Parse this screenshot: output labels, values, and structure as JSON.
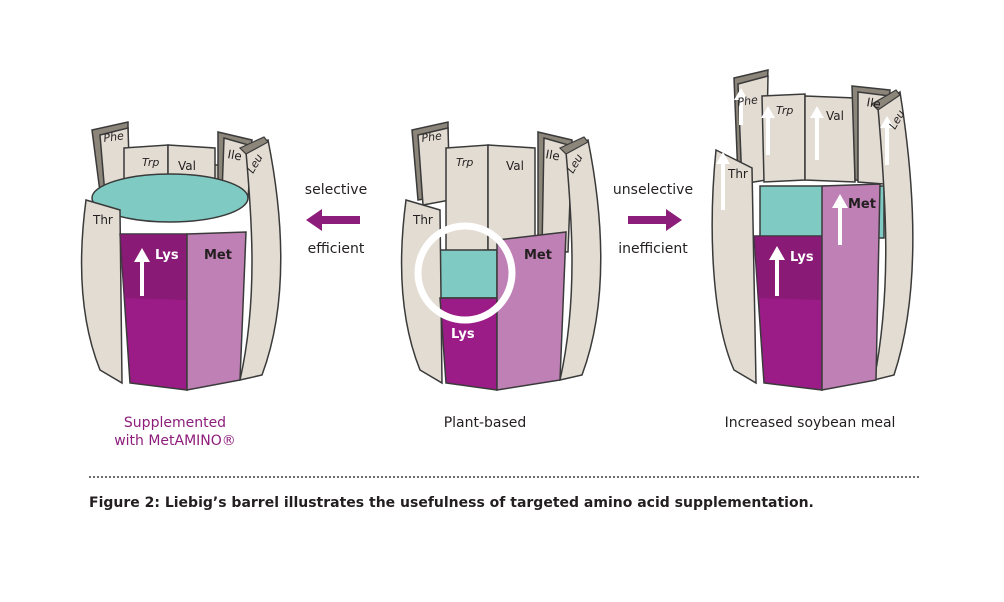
{
  "barrels": [
    {
      "id": "supplemented",
      "label_line1": "Supplemented",
      "label_line2": "with MetAMINO®",
      "staves": [
        "Phe",
        "Trp",
        "Val",
        "Ile",
        "Leu",
        "Thr",
        "Lys",
        "Met"
      ]
    },
    {
      "id": "plant",
      "label_line1": "Plant-based",
      "staves": [
        "Phe",
        "Trp",
        "Val",
        "Ile",
        "Leu",
        "Thr",
        "Lys",
        "Met"
      ]
    },
    {
      "id": "soybean",
      "label_line1": "Increased soybean meal",
      "staves": [
        "Phe",
        "Trp",
        "Val",
        "Ile",
        "Leu",
        "Thr",
        "Lys",
        "Met"
      ]
    }
  ],
  "arrows": {
    "left": {
      "top": "selective",
      "bottom": "efficient"
    },
    "right": {
      "top": "unselective",
      "bottom": "inefficient"
    }
  },
  "caption": "Figure 2: Liebig’s barrel illustrates the usefulness of targeted amino acid supplementation.",
  "colors": {
    "stave": "#e2dcd2",
    "stave_edge": "#8c857a",
    "water": "#7fcbc4",
    "lys": "#9b1c86",
    "met": "#bf80b6",
    "accent": "#8d1d7b"
  }
}
